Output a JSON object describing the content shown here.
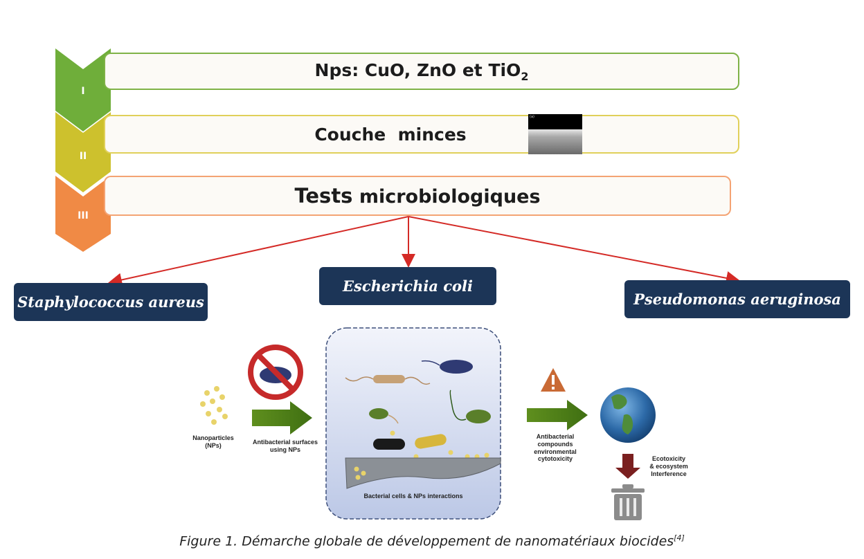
{
  "steps": [
    {
      "numeral": "I",
      "label_main": "Nps: CuO, ZnO et TiO",
      "label_sub": "2",
      "color": "#6fae3a"
    },
    {
      "numeral": "II",
      "label": "Couche  minces",
      "color": "#c9c02b"
    },
    {
      "numeral": "III",
      "label_strong": "Tests",
      "label_rest": " microbiologiques",
      "color": "#f08a45"
    }
  ],
  "bacteria": [
    "Staphylococcus aureus",
    "Escherichia coli",
    "Pseudomonas aeruginosa"
  ],
  "arrow_color": "#d42a26",
  "box_color": "#1c3557",
  "inner_figure": {
    "nanoparticles_label": "Nanoparticles\n(NPs)",
    "antibacterial_label": "Antibacterial surfaces\nusing NPs",
    "interaction_label": "Bacterial cells & NPs interactions",
    "compounds_label": "Antibacterial\ncompounds\nenvironmental\ncytotoxicity",
    "ecotox_label": "Ecotoxicity\n& ecosystem\nInterference"
  },
  "caption": {
    "text": "Figure 1. Démarche globale de développement de nanomatériaux biocides",
    "ref": "[4]"
  }
}
